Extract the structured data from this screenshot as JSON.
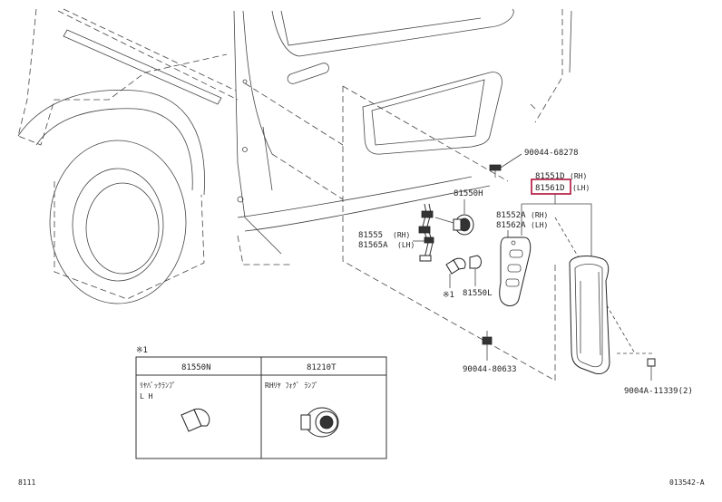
{
  "labels": {
    "p90044_68278": "90044-68278",
    "p81551D": "81551D",
    "p81551D_side": "(RH)",
    "p81561D": "81561D",
    "p81561D_side": "(LH)",
    "p81550H": "81550H",
    "p81552A": "81552A",
    "p81552A_side": "(RH)",
    "p81562A": "81562A",
    "p81562A_side": "(LH)",
    "p81555": "81555",
    "p81555_side": "(RH)",
    "p81565A": "81565A",
    "p81565A_side": "(LH)",
    "p81550L": "81550L",
    "ref_mark_bulb": "※1",
    "p90044_80633": "90044-80633",
    "p9004A_11339": "9004A-11339(2)",
    "footer_left": "8111",
    "footer_right": "013542-A"
  },
  "inset": {
    "note": "※1",
    "columns": [
      {
        "part_no": "81550N",
        "desc": "ﾘﾔﾊﾞｯｸﾗﾝﾌﾟ",
        "desc2": "L H"
      },
      {
        "part_no": "81210T",
        "desc": "RHﾘﾔ ﾌｫｸﾞ ﾗﾝﾌﾟ",
        "desc2": ""
      }
    ]
  },
  "colors": {
    "highlight": "#b0103a",
    "line": "#333333"
  }
}
